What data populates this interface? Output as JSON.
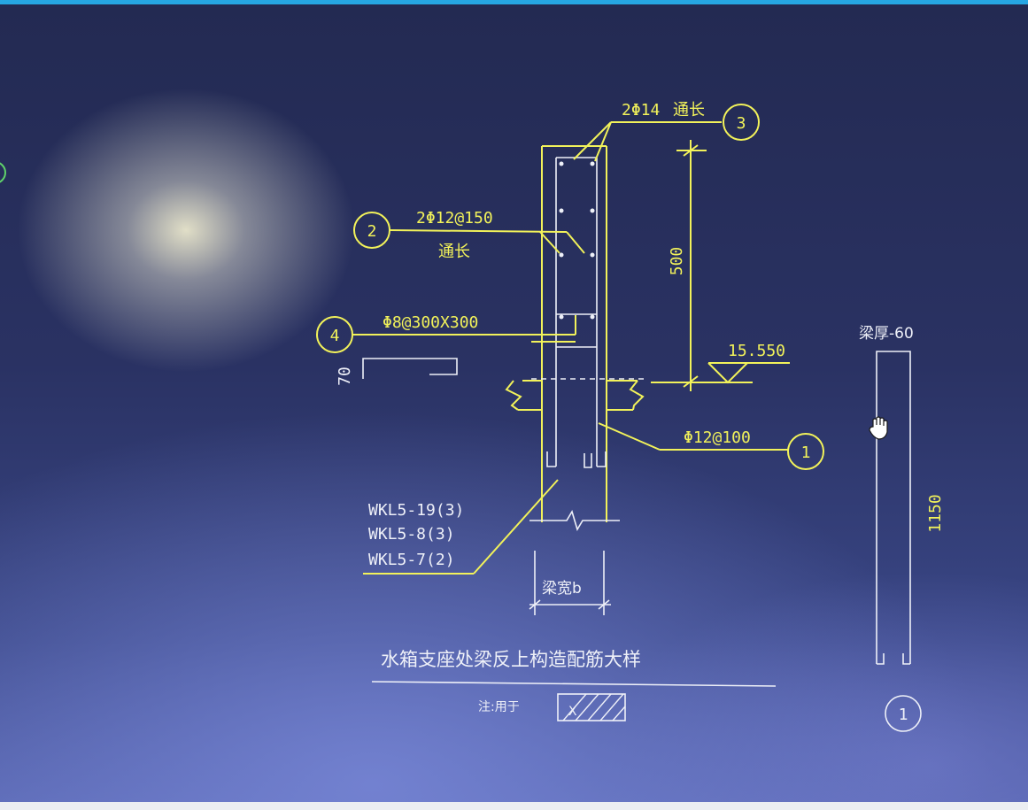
{
  "drawing": {
    "title": "水箱支座处梁反上构造配筋大样",
    "note_label": "注:用于",
    "note_hatch_char": "X",
    "rebar_top": "2Φ14",
    "rebar_top_suffix": "通长",
    "rebar_side": "2Φ12@150",
    "rebar_side_suffix": "通长",
    "stirrup_spec": "Φ8@300X300",
    "dimension_70": "70",
    "dimension_500": "500",
    "elevation": "15.550",
    "rebar_vertical": "Φ12@100",
    "beam_labels": [
      "WKL5-19(3)",
      "WKL5-8(3)",
      "WKL5-7(2)"
    ],
    "beam_width_label": "梁宽b",
    "callout_1": "1",
    "callout_2": "2",
    "callout_3": "3",
    "callout_4": "4",
    "detail_label": "梁厚-60",
    "detail_height": "1150",
    "detail_callout": "1"
  },
  "colors": {
    "top_accent": "#26a6e3",
    "cad_yellow": "#f2f25a",
    "cad_white": "#eef0f8",
    "screen_navy": "#2a3263"
  }
}
